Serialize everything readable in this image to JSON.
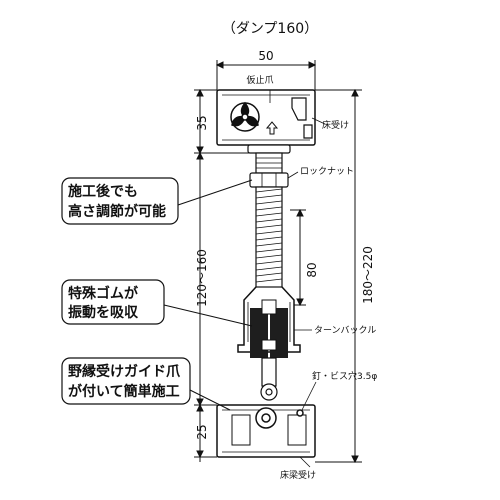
{
  "title": "（ダンプ160）",
  "dimensions": {
    "width_top": "50",
    "top_height": "35",
    "adjust_range": "120～160",
    "spring_len": "80",
    "total_range": "180～220",
    "bottom_height": "25"
  },
  "labels": {
    "temporary_claw": "仮止爪",
    "floor_support_top": "床受け",
    "lock_nut": "ロックナット",
    "turnbuckle": "ターンバックル",
    "screw_hole": "釘・ビス穴3.5φ",
    "floor_support_bottom": "床梁受け"
  },
  "callouts": {
    "adjustable": [
      "施工後でも",
      "高さ調節が可能"
    ],
    "rubber": [
      "特殊ゴムが",
      "振動を吸収"
    ],
    "guide": [
      "野縁受けガイド爪",
      "が付いて簡単施工"
    ]
  },
  "colors": {
    "line": "#111111",
    "rubber": "#222222",
    "background": "#ffffff"
  }
}
